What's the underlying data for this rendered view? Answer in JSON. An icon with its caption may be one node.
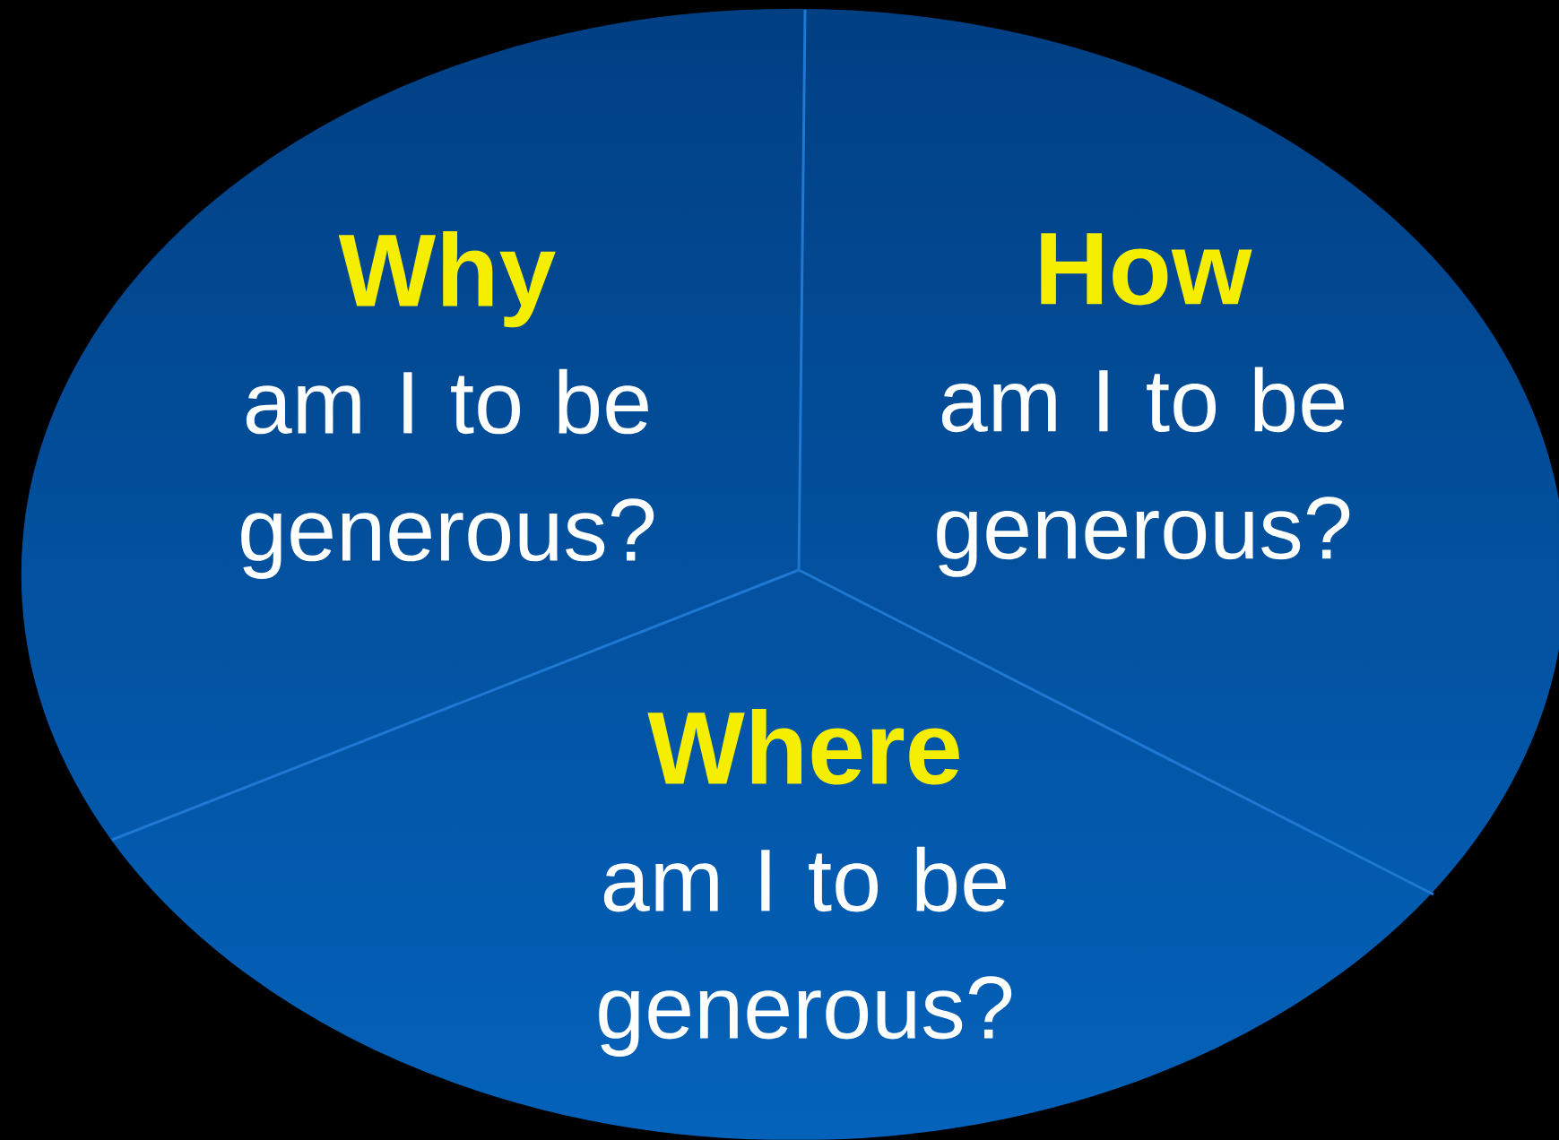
{
  "diagram": {
    "nodes": [
      {
        "text": [
          "Why",
          "am I to be generous?"
        ]
      },
      {
        "text": [
          "How",
          "am I to be generous?"
        ]
      },
      {
        "text": [
          "Where",
          "am I to be generous?"
        ]
      }
    ]
  }
}
